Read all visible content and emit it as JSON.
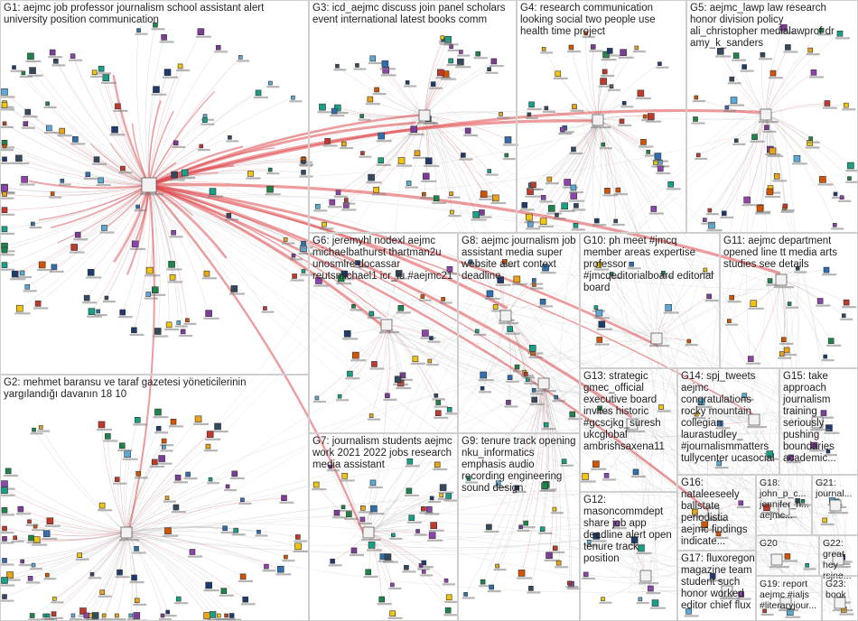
{
  "groups": [
    {
      "id": "G1",
      "label": "G1: aejmc job professor journalism school assistant alert\nuniversity position communication"
    },
    {
      "id": "G2",
      "label": "G2: mehmet baransu ve taraf gazetesi yöneticilerinin\nyargılandığı davanın 18 10"
    },
    {
      "id": "G3",
      "label": "G3: icd_aejmc discuss join panel scholars\nevent international latest books comm"
    },
    {
      "id": "G4",
      "label": "G4: research communication\nlooking social two people use\nhealth time project"
    },
    {
      "id": "G5",
      "label": "G5: aejmc_lawp law research\nhonor division policy\nali_christopher medialawprof dr\namy_k_sanders"
    },
    {
      "id": "G6",
      "label": "G6: jeremyhl nodexl aejmc\nmichaelbathurst thartman2u\nunosmlre docassar\nreutsmichael1 icr_iu #aejmc21"
    },
    {
      "id": "G7",
      "label": "G7: journalism students aejmc\nwork 2021 2022 jobs research\nmedia assistant"
    },
    {
      "id": "G8",
      "label": "G8: aejmc journalism job\nassistant media super\nwebsite alert context\ndeadline"
    },
    {
      "id": "G9",
      "label": "G9: tenure track opening\nnku_informatics\nemphasis audio\nrecording engineering\nsound design"
    },
    {
      "id": "G10",
      "label": "G10: ph meet #jmcq\nmember areas expertise\nprofessor\n#jmcqeditorialboard editorial\nboard"
    },
    {
      "id": "G11",
      "label": "G11: aejmc department\nopened line tt media arts\nstudies see details"
    },
    {
      "id": "G12",
      "label": "G12:\nmasoncommdept\nshare job app\ndeadline alert open\ntenure track\nposition"
    },
    {
      "id": "G13",
      "label": "G13: strategic\ngmec_official\nexecutive board\ninvites historic\n#gcscjkg_suresh\nukcglobal\nambrishsaxena11"
    },
    {
      "id": "G14",
      "label": "G14: spj_tweets\naejmc\ncongratulations\nrocky mountain\ncollegian\nlaurastudley_\n#journalismmatters\ntullycenter ucasocial"
    },
    {
      "id": "G15",
      "label": "G15: take\napproach\njournalism\ntraining\nseriously\npushing\nboundaries\nacademic..."
    },
    {
      "id": "G16",
      "label": "G16:\nnataleeseely\nballstate\nperiodistia\naejmc findings\nindicate..."
    },
    {
      "id": "G17",
      "label": "G17: fluxoregon\nmagazine team\nstudent such\nhonor worked\neditor chief flux"
    },
    {
      "id": "G18",
      "label": "G18:\njohn_p_c...\njennifer_h...\naejmc..."
    },
    {
      "id": "G19",
      "label": "G19: report\naejmc #ialjs\n#literaryjour..."
    },
    {
      "id": "G20",
      "label": "G20"
    },
    {
      "id": "G21",
      "label": "G21:\njournal..."
    },
    {
      "id": "G22",
      "label": "G22:\ngreat\nhey\nrsjne..."
    },
    {
      "id": "G23",
      "label": "G23:\nbook"
    }
  ],
  "colors": {
    "edge_main": "#e0484d",
    "edge_light": "#b8b8b8",
    "border": "#cfcfcf",
    "node_palette": [
      "#1f3b6e",
      "#2f6fb0",
      "#5aa9d6",
      "#c0392b",
      "#e8a317",
      "#7d3c98",
      "#1e8449",
      "#d35400",
      "#34495e",
      "#16a085",
      "#8e44ad",
      "#f1c40f"
    ]
  }
}
